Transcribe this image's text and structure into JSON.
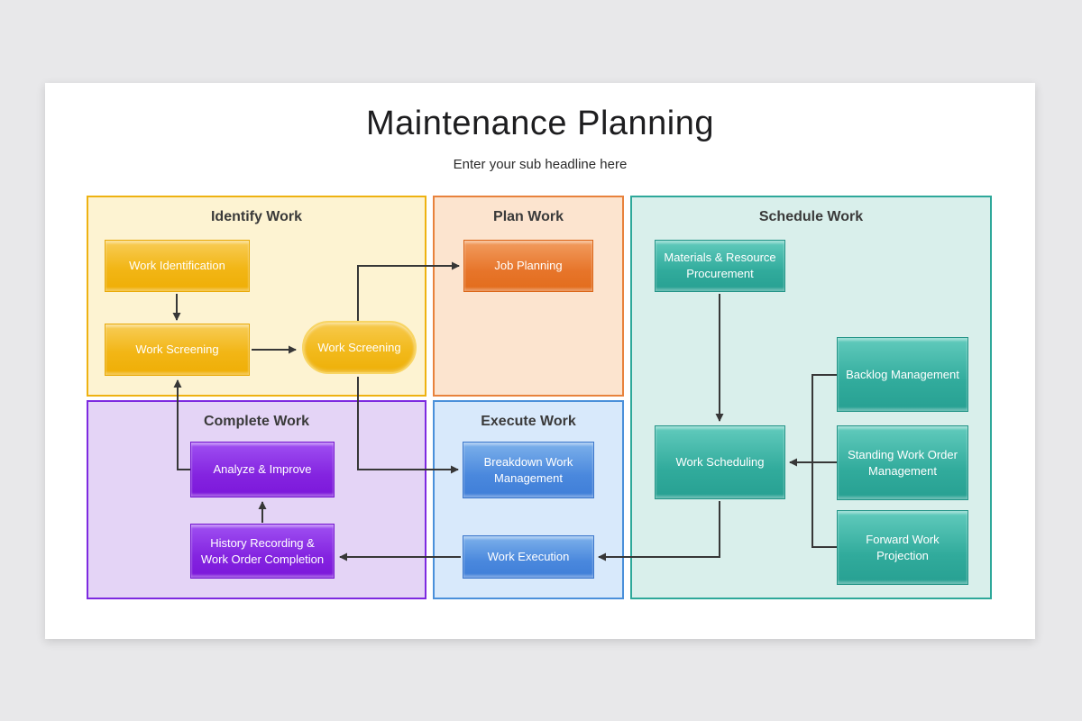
{
  "slide": {
    "title": "Maintenance Planning",
    "subtitle": "Enter your sub headline here"
  },
  "sections": {
    "identify": {
      "label": "Identify Work"
    },
    "plan": {
      "label": "Plan Work"
    },
    "schedule": {
      "label": "Schedule Work"
    },
    "complete": {
      "label": "Complete Work"
    },
    "execute": {
      "label": "Execute Work"
    }
  },
  "nodes": {
    "work_identification": {
      "label": "Work Identification"
    },
    "work_screening": {
      "label": "Work Screening"
    },
    "work_screening_pill": {
      "label": "Work Screening"
    },
    "job_planning": {
      "label": "Job Planning"
    },
    "materials_resource_procurement": {
      "label": "Materials & Resource Procurement"
    },
    "backlog_management": {
      "label": "Backlog Management"
    },
    "standing_work_order_management": {
      "label": "Standing Work Order Management"
    },
    "forward_work_projection": {
      "label": "Forward Work Projection"
    },
    "work_scheduling": {
      "label": "Work Scheduling"
    },
    "analyze_improve": {
      "label": "Analyze & Improve"
    },
    "history_recording": {
      "label": "History Recording & Work Order Completion"
    },
    "breakdown_work_management": {
      "label": "Breakdown Work Management"
    },
    "work_execution": {
      "label": "Work Execution"
    }
  },
  "connections": [
    {
      "from": "Work Identification",
      "to": "Work Screening"
    },
    {
      "from": "Work Screening",
      "to": "Work Screening (gate)"
    },
    {
      "from": "Work Screening (gate)",
      "to": "Job Planning"
    },
    {
      "from": "Work Screening (gate)",
      "to": "Breakdown Work Management"
    },
    {
      "from": "Materials & Resource Procurement",
      "to": "Work Scheduling"
    },
    {
      "from": "Backlog Management",
      "to": "Work Scheduling"
    },
    {
      "from": "Standing Work Order Management",
      "to": "Work Scheduling"
    },
    {
      "from": "Forward Work Projection",
      "to": "Work Scheduling"
    },
    {
      "from": "Work Scheduling",
      "to": "Work Execution"
    },
    {
      "from": "Breakdown Work Management",
      "to": "Work Execution"
    },
    {
      "from": "Work Execution",
      "to": "History Recording & Work Order Completion"
    },
    {
      "from": "History Recording & Work Order Completion",
      "to": "Analyze & Improve"
    },
    {
      "from": "Analyze & Improve",
      "to": "Work Screening"
    }
  ],
  "colors": {
    "canvas": "#e8e8ea",
    "slide": "#ffffff",
    "identify_fill": "#fdf3d2",
    "identify_border": "#eeb211",
    "plan_fill": "#fce4cf",
    "plan_border": "#e8823c",
    "schedule_fill": "#d9efeb",
    "schedule_border": "#2ea89a",
    "complete_fill": "#e4d4f6",
    "complete_border": "#7d2ae0",
    "execute_fill": "#d8e9fb",
    "execute_border": "#4a90da",
    "arrow": "#373737"
  }
}
